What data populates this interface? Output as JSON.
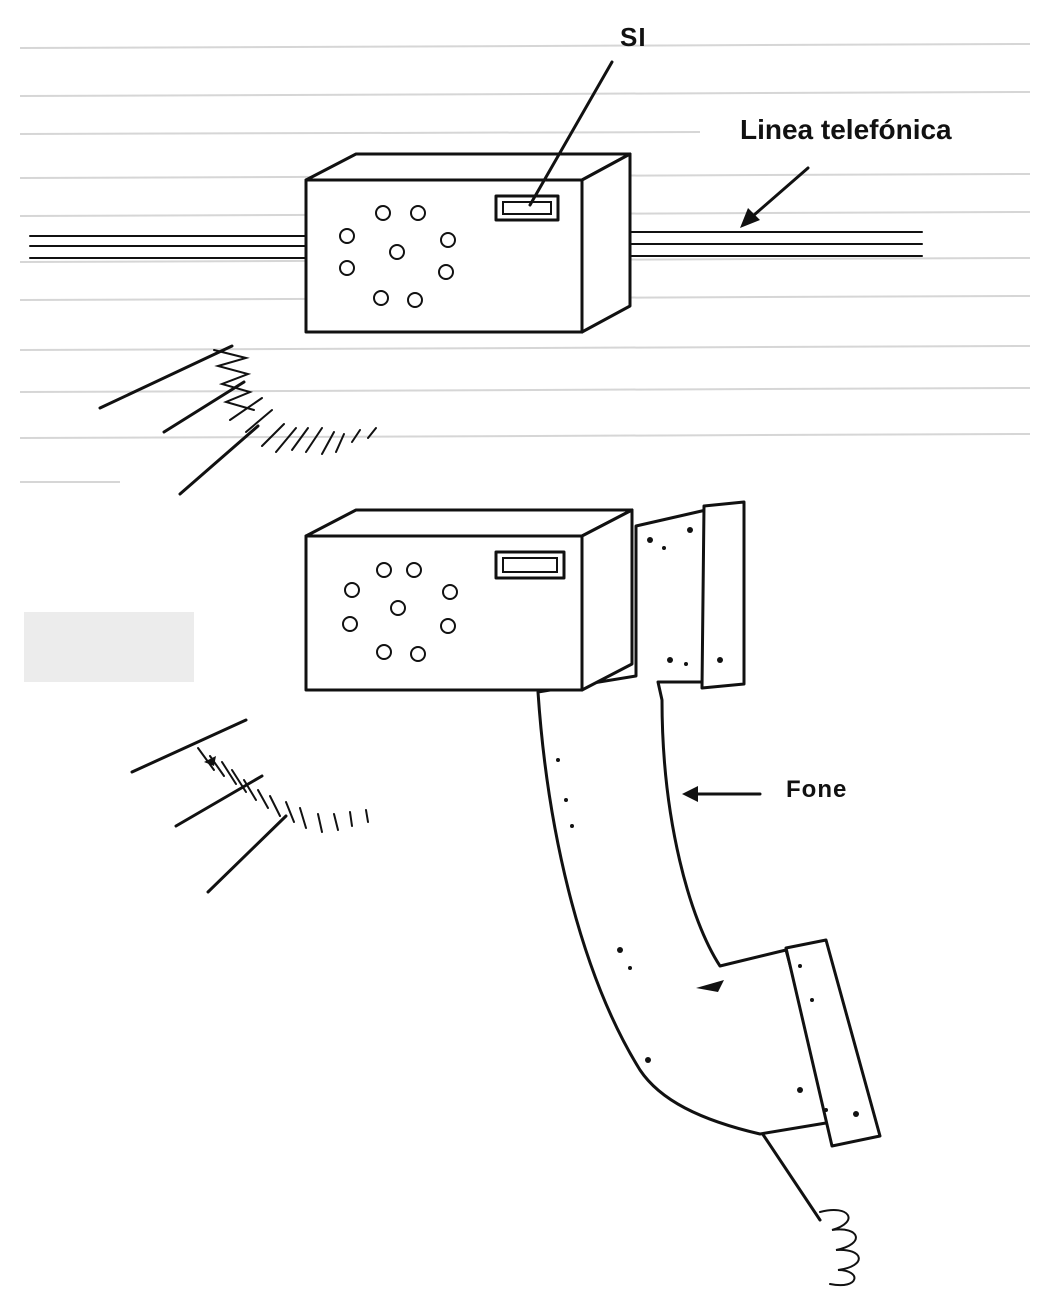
{
  "labels": {
    "switch": "SI",
    "phone_line": "Linea telefónica",
    "handset": "Fone"
  },
  "colors": {
    "ink": "#111111",
    "paper": "#ffffff",
    "bleed_through": "#d6d6d6"
  }
}
